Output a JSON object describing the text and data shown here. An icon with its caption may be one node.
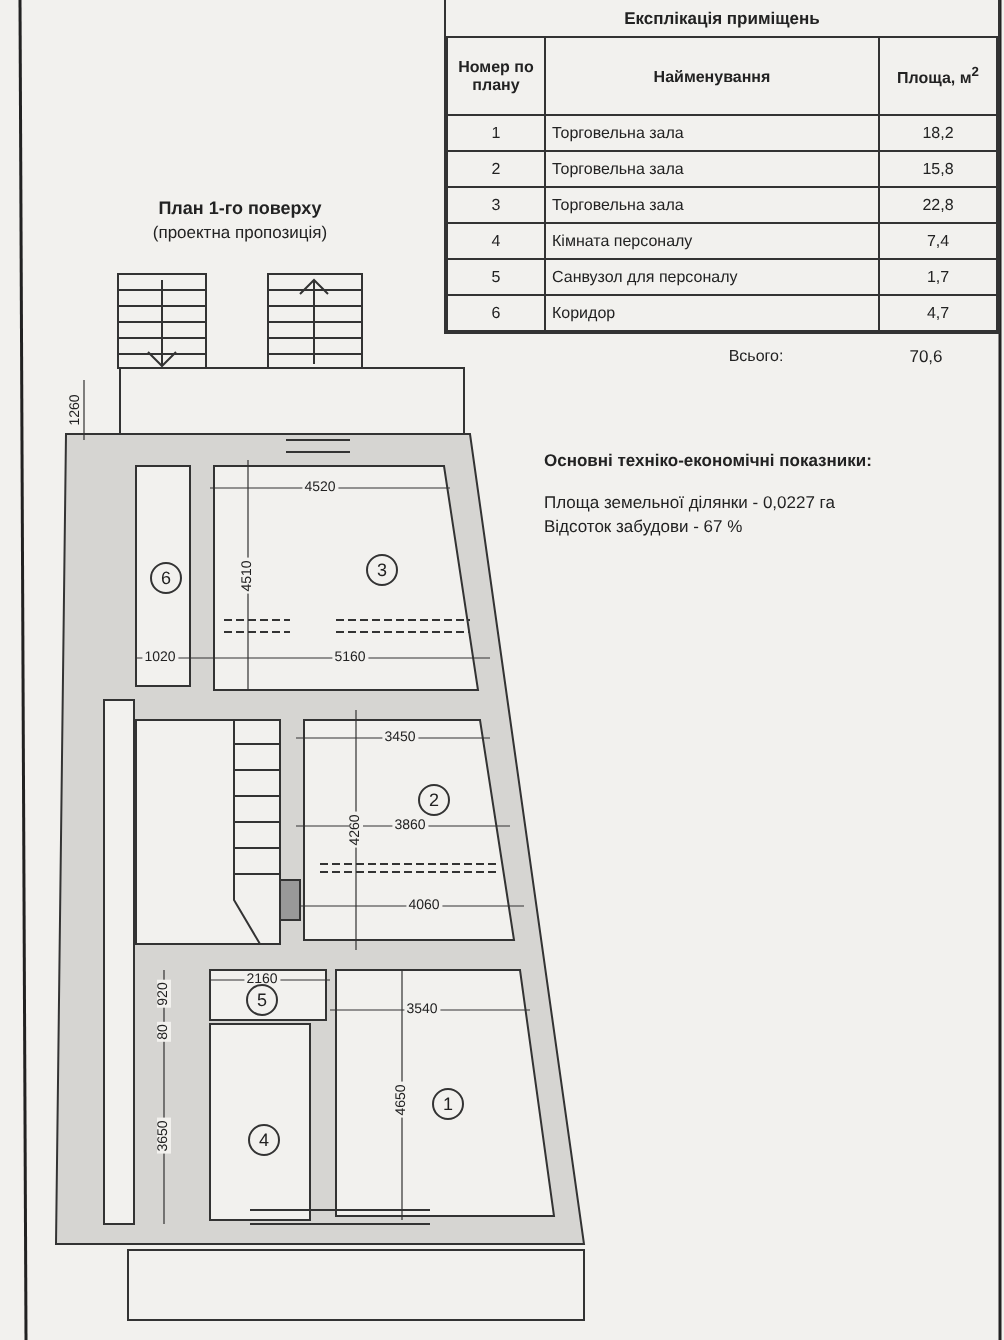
{
  "diagram": {
    "title": "План 1-го поверху",
    "nodes": [
      {
        "text": [
          "6"
        ]
      },
      {
        "text": [
          "3"
        ]
      },
      {
        "text": [
          "2"
        ]
      },
      {
        "text": [
          "5"
        ]
      },
      {
        "text": [
          "1"
        ]
      },
      {
        "text": [
          "4"
        ]
      }
    ],
    "labels": [
      "Експлікація приміщень",
      "Номер по плану",
      "Найменування",
      "Площа, м$^{2}$",
      "1",
      "Торговельна зала",
      "18,2",
      "2",
      "Торговельна зала",
      "15,8",
      "3",
      "Торговельна зала",
      "22,8",
      "4",
      "Кімната персоналу",
      "7,4",
      "5",
      "Санвузол для персоналу",
      "1,7",
      "6",
      "Коридор",
      "4,7",
      "Всього:",
      "70,6",
      "(проектна пропозиція)",
      "Основні техніко-економічні показники:",
      "Площа земельної ділянки - 0,0227 га",
      "Відсоток забудови - 67 %",
      "1260",
      "4520",
      "4510",
      "1020",
      "5160",
      "3450",
      "3860",
      "4260",
      "4060",
      "2160",
      "920",
      "80",
      "3540",
      "4650",
      "3650"
    ]
  }
}
